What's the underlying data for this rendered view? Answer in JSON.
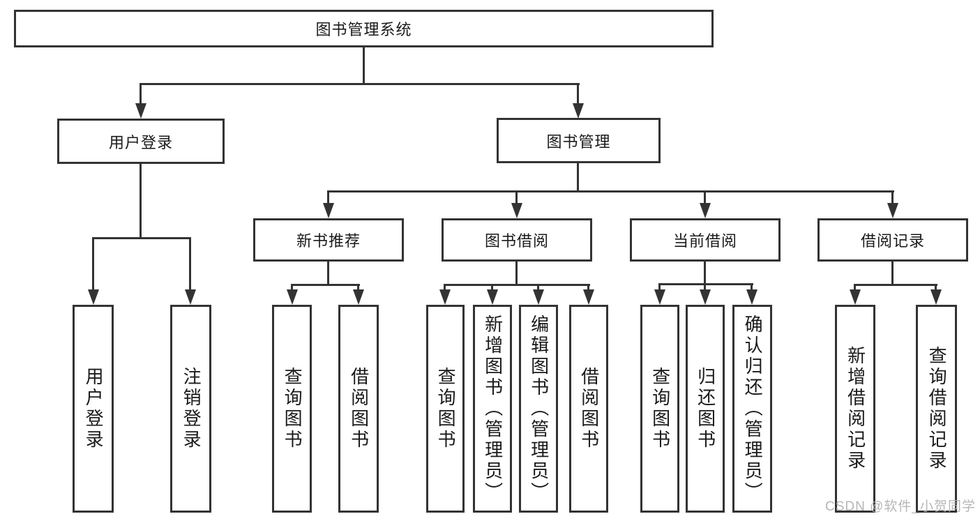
{
  "colors": {
    "line": "#333333",
    "text": "#1a1a1a",
    "watermark_gray": "#b0b0b0",
    "background": "#ffffff"
  },
  "watermark": "CSDN @软件_小贺同学",
  "nodes": {
    "root": {
      "label": "图书管理系统"
    },
    "user_login": {
      "label": "用户登录",
      "children": [
        {
          "label": "用户登录"
        },
        {
          "label": "注销登录"
        }
      ]
    },
    "book_mgmt": {
      "label": "图书管理",
      "children": [
        {
          "label": "新书推荐",
          "children": [
            {
              "label": "查询图书"
            },
            {
              "label": "借阅图书"
            }
          ]
        },
        {
          "label": "图书借阅",
          "children": [
            {
              "label": "查询图书"
            },
            {
              "label": "新增图书（管理员）"
            },
            {
              "label": "编辑图书（管理员）"
            },
            {
              "label": "借阅图书"
            }
          ]
        },
        {
          "label": "当前借阅",
          "children": [
            {
              "label": "查询图书"
            },
            {
              "label": "归还图书"
            },
            {
              "label": "确认归还（管理员）"
            }
          ]
        },
        {
          "label": "借阅记录",
          "children": [
            {
              "label": "新增借阅记录"
            },
            {
              "label": "查询借阅记录"
            }
          ]
        }
      ]
    }
  }
}
